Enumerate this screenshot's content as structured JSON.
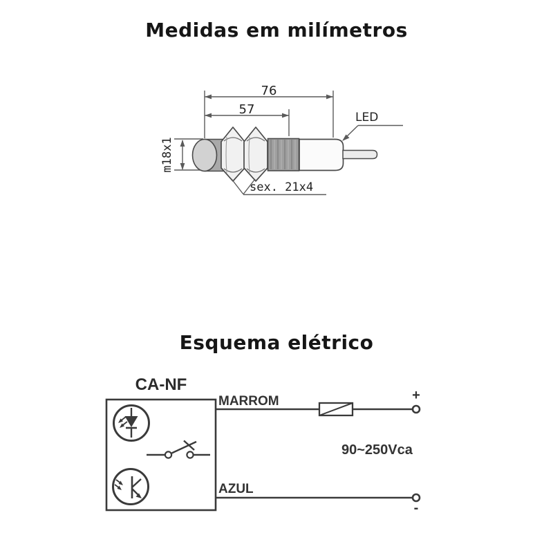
{
  "colors": {
    "background": "#ffffff",
    "ink": "#1c1c1c",
    "drawing_line": "#4a4a4a",
    "dimension_line": "#5a5a5a",
    "schematic_line": "#3a3a3a",
    "sensor_body_grey": "#a9a9a9",
    "sensor_face_grey": "#d2d2d2",
    "thread_grey": "#9f9f9f",
    "nut_fill": "#f1f1f1"
  },
  "dimensions_section": {
    "title": "Medidas em milímetros",
    "overall_length_label": "76",
    "thread_length_label": "57",
    "diameter_label": "m18x1",
    "led_label": "LED",
    "hex_nut_label": "sex. 21x4"
  },
  "schematic_section": {
    "title": "Esquema elétrico",
    "model_label": "CA-NF",
    "brown_wire_label": "MARROM",
    "blue_wire_label": "AZUL",
    "voltage_label": "90~250Vca",
    "plus_label": "+",
    "minus_label": "-"
  }
}
